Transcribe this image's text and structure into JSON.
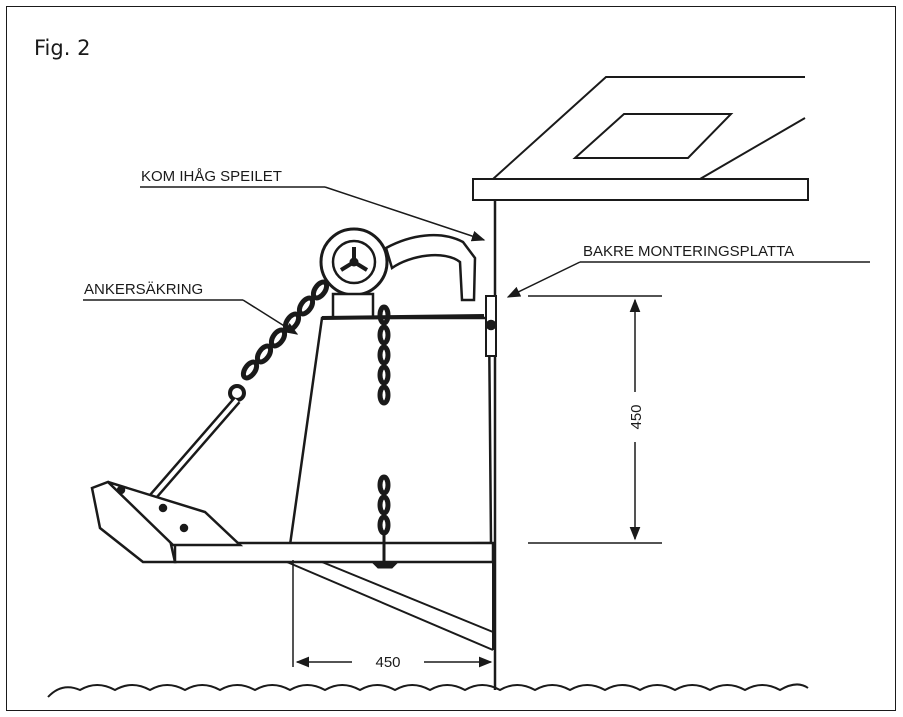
{
  "figure": {
    "title": "Fig. 2"
  },
  "labels": {
    "transom": "KOM IHÅG SPEILET",
    "mount_plate": "BAKRE MONTERINGSPLATTA",
    "anchor_lock": "ANKERSÄKRING"
  },
  "dimensions": {
    "vertical": "450",
    "horizontal": "450"
  },
  "colors": {
    "ink": "#1a1a1a",
    "background": "#ffffff"
  }
}
